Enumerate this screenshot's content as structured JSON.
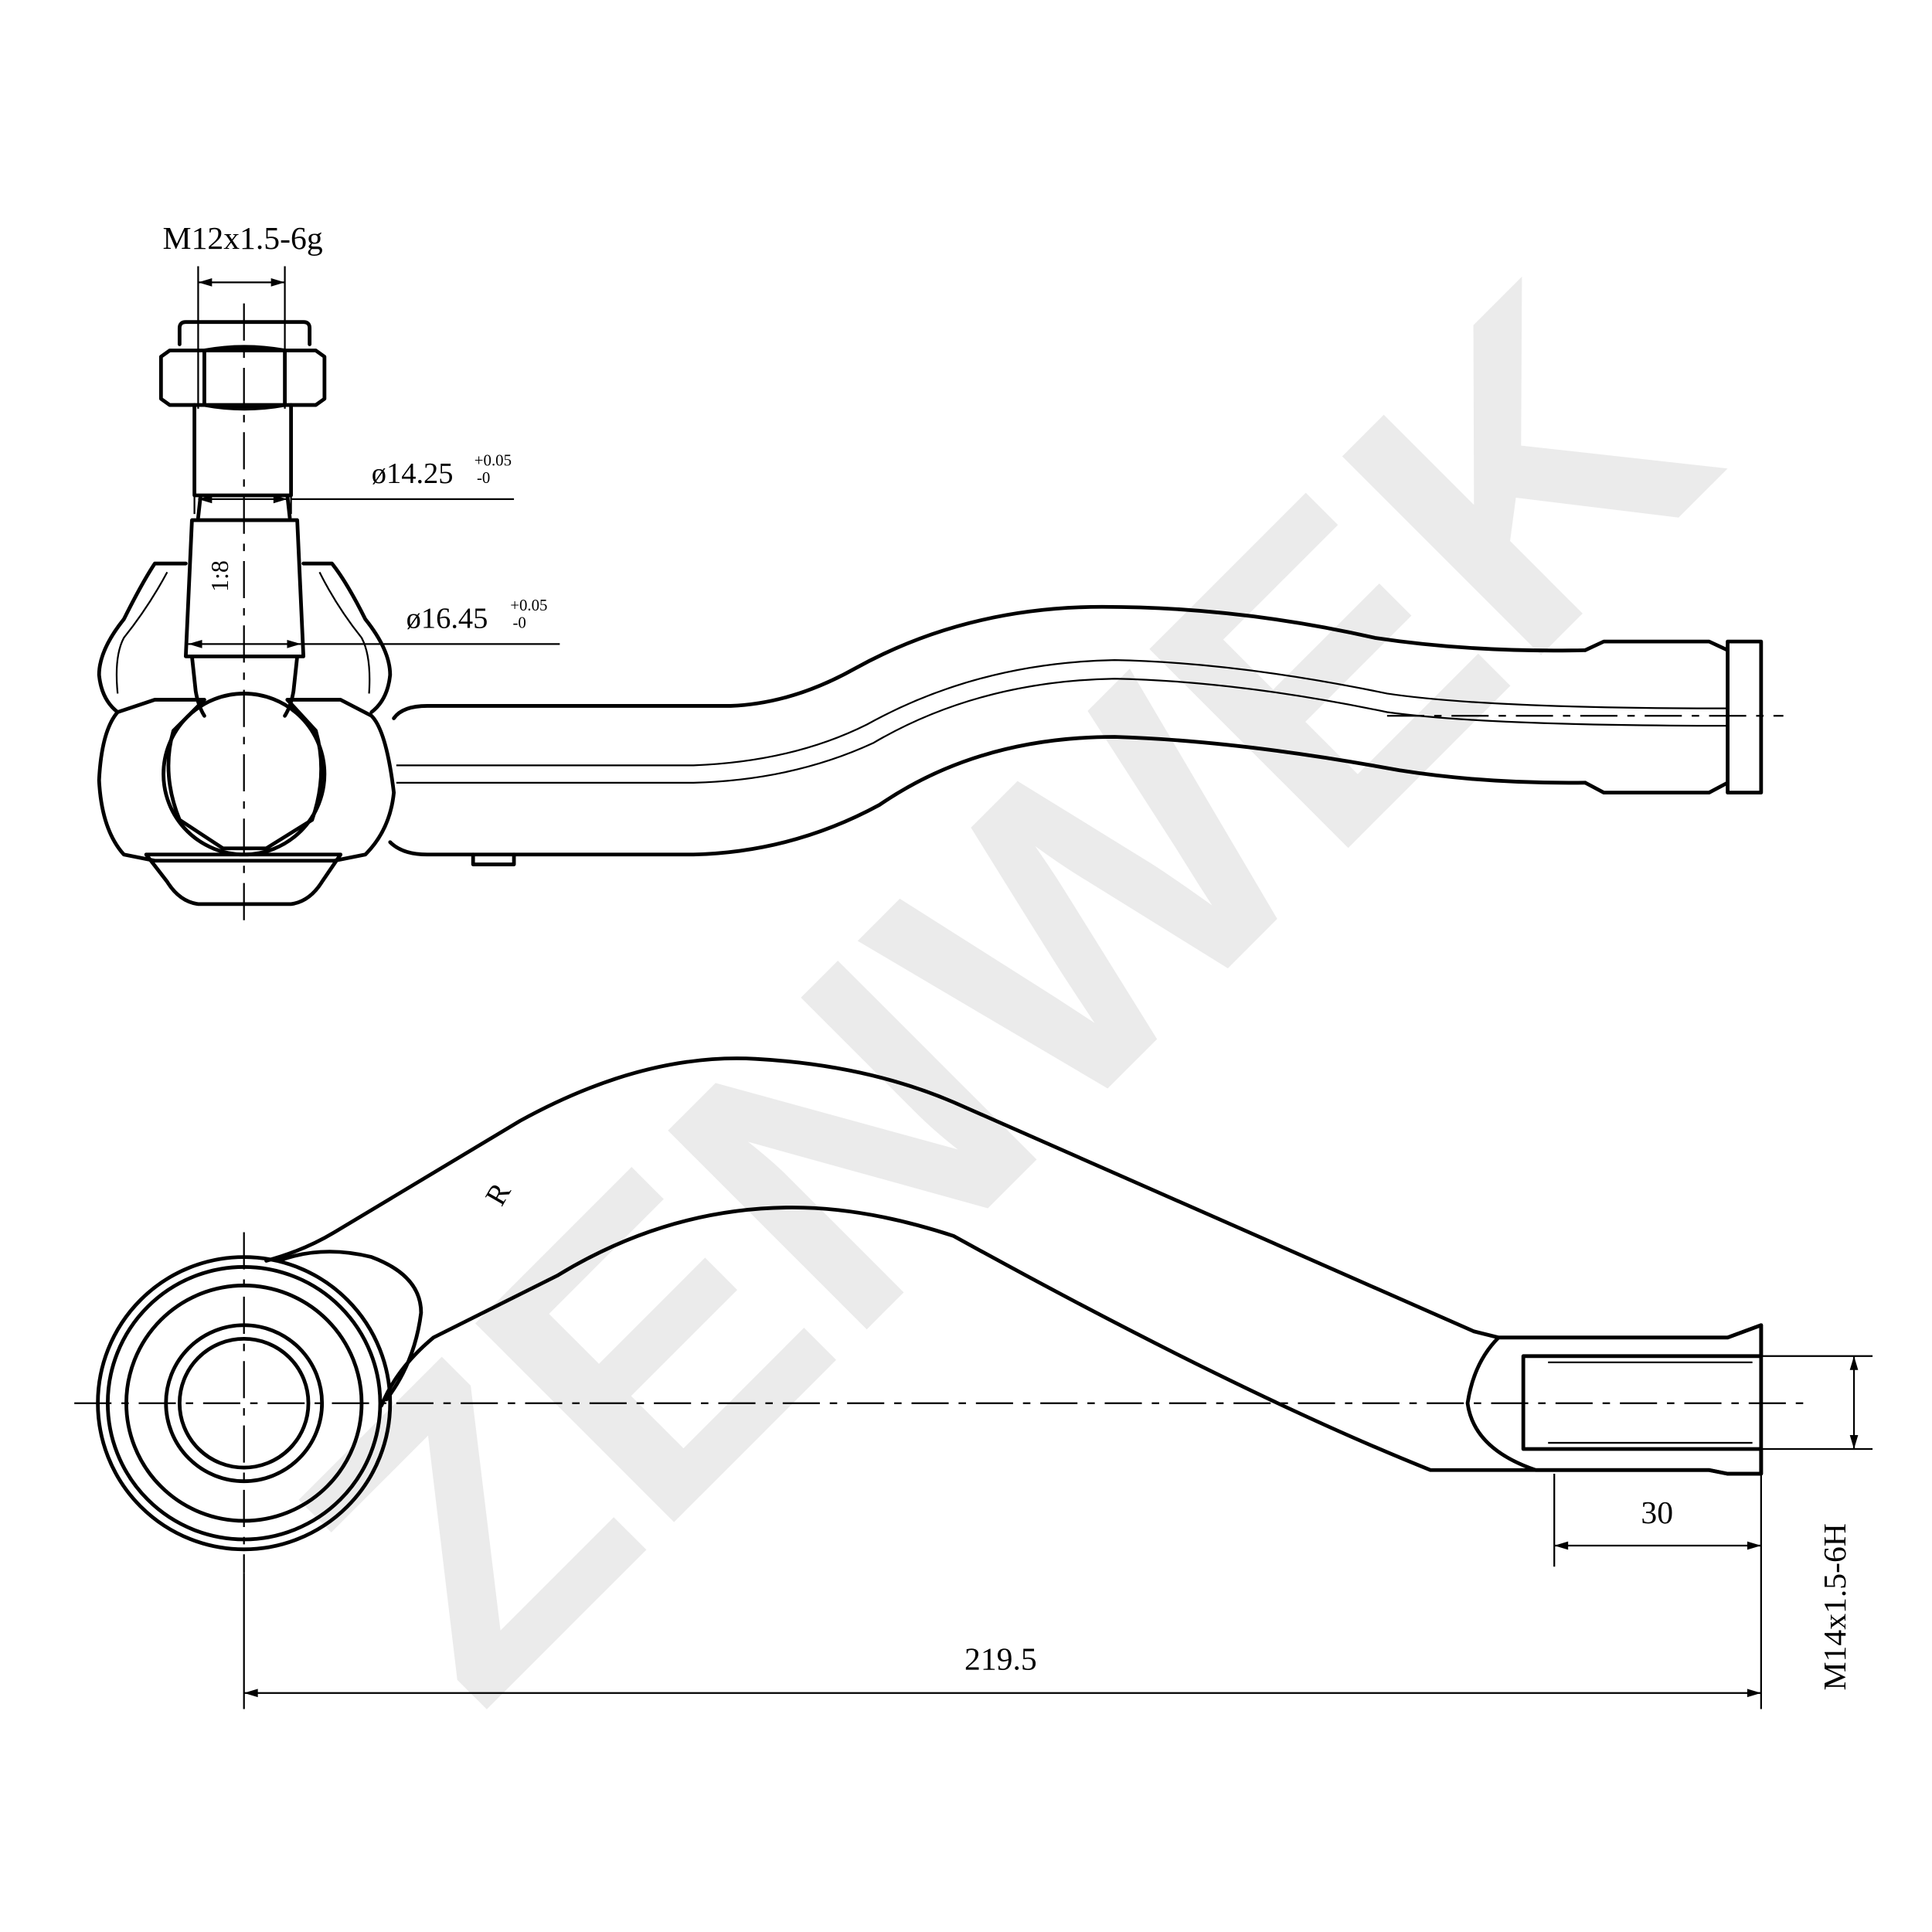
{
  "watermark": "ZENWEK",
  "top_view": {
    "stud_thread": "M12x1.5-6g",
    "dia1": {
      "value": "ø14.25",
      "upper_tol": "+0.05",
      "lower_tol": "-0"
    },
    "dia2": {
      "value": "ø16.45",
      "upper_tol": "+0.05",
      "lower_tol": "-0"
    },
    "taper": "1:8"
  },
  "bottom_view": {
    "side_mark": "R",
    "thread_depth": "30",
    "overall_length": "219.5",
    "inner_thread": "M14x1.5-6H"
  },
  "colors": {
    "line": "#000000",
    "watermark": "#ebebeb"
  }
}
